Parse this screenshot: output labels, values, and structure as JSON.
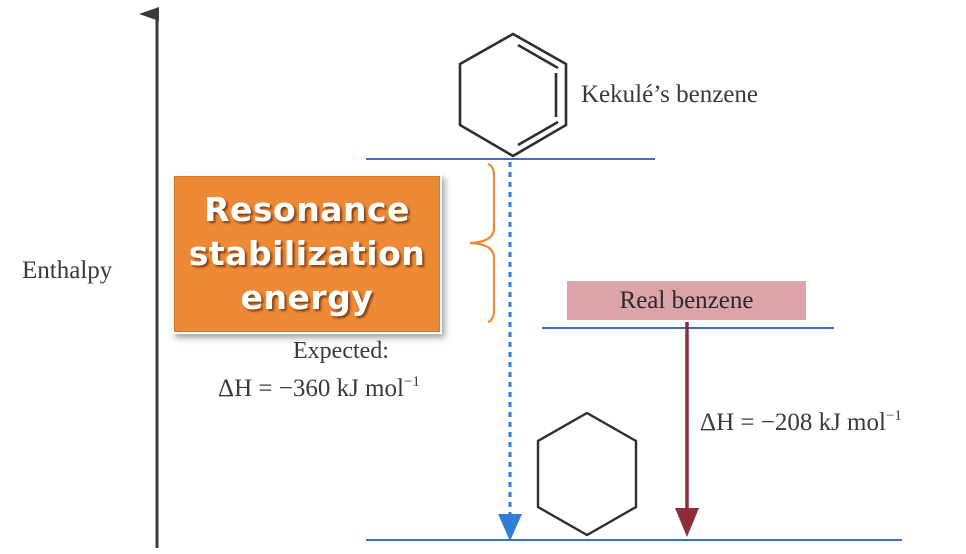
{
  "axis": {
    "label": "Enthalpy"
  },
  "levels": {
    "kekule": {
      "label": "Kekulé’s benzene"
    },
    "real": {
      "label": "Real benzene"
    },
    "cyclohexane": {
      "label": ""
    }
  },
  "expected": {
    "line1": "Expected:",
    "line2_prefix": "ΔH = −360 kJ mol",
    "line2_exponent": "−1"
  },
  "actual": {
    "prefix": "ΔH = −208 kJ mol",
    "exponent": "−1"
  },
  "callout": {
    "lines": [
      "Resonance",
      "stabilization",
      "energy"
    ]
  },
  "colors": {
    "axis": "#3a3a3a",
    "level_line": "#3f6fc4",
    "expected_arrow": "#2f7fd6",
    "actual_arrow": "#8a2f3a",
    "callout_bg": "#ee8936",
    "real_box_bg": "#dca3a9",
    "brace": "#ee8936"
  }
}
